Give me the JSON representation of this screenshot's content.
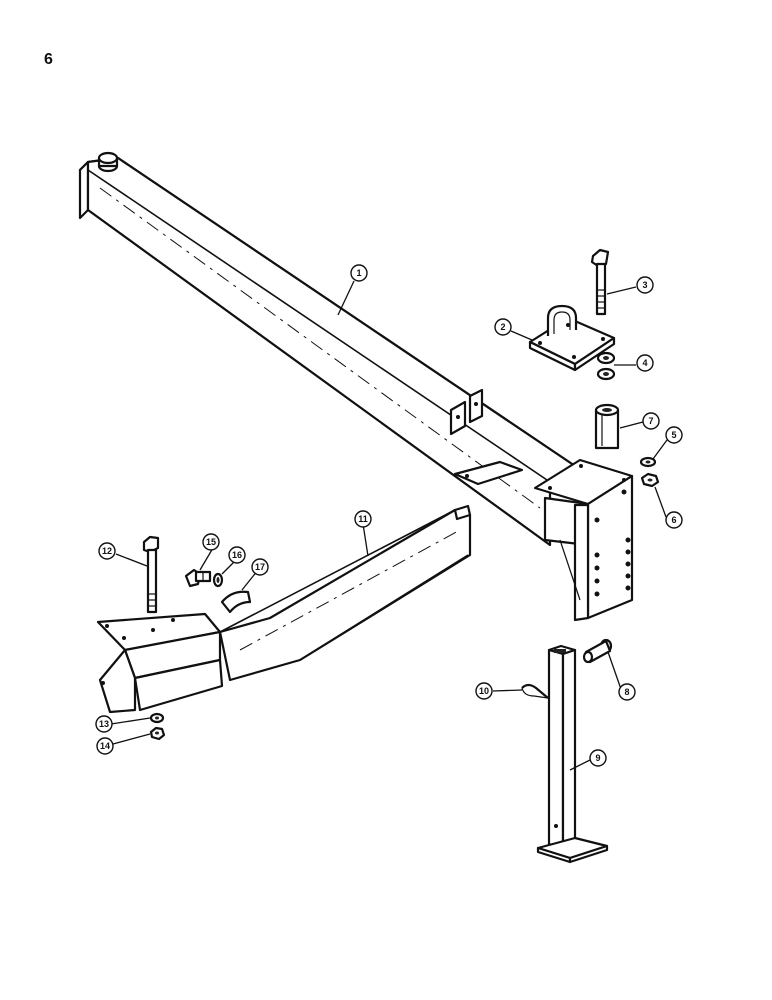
{
  "page": {
    "number": "6"
  },
  "callouts": [
    "1",
    "2",
    "3",
    "4",
    "5",
    "6",
    "7",
    "8",
    "9",
    "10",
    "11",
    "12",
    "13",
    "14",
    "15",
    "16",
    "17"
  ],
  "colors": {
    "ink": "#111111",
    "paper": "#ffffff"
  }
}
